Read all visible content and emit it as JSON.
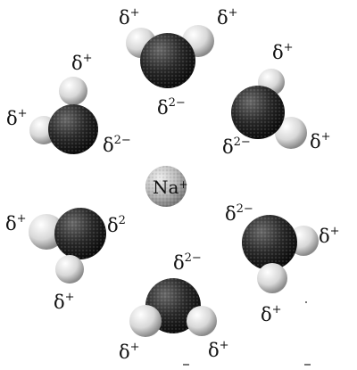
{
  "ion": {
    "symbol": "Na",
    "charge": "+"
  },
  "charges": {
    "delta": "δ",
    "positive": "+",
    "negative": "2−",
    "negative_short": "2"
  },
  "colors": {
    "oxygen": "#2e2e2e",
    "hydrogen": "#e6e6e6",
    "ion": "#b5b5b5",
    "text": "#111111"
  }
}
